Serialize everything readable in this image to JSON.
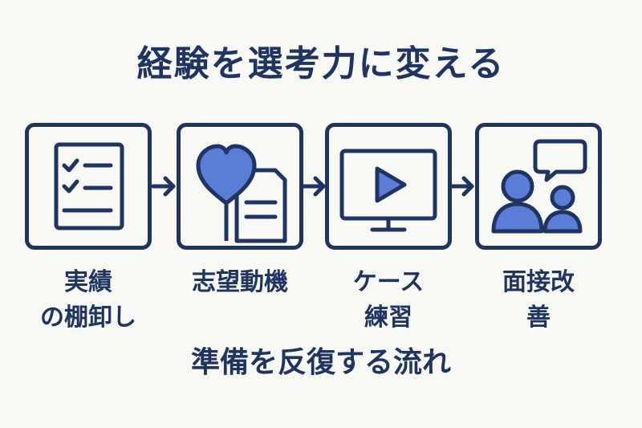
{
  "title": "経験を選考力に変える",
  "steps": [
    {
      "lines": [
        "実績",
        "の棚卸し"
      ],
      "icon": "checklist-icon"
    },
    {
      "lines": [
        "志望動機"
      ],
      "icon": "heart-document-icon"
    },
    {
      "lines": [
        "ケース",
        "練習"
      ],
      "icon": "video-monitor-icon"
    },
    {
      "lines": [
        "面接改",
        "善"
      ],
      "icon": "interview-people-icon"
    }
  ],
  "subtitle": "準備を反復する流れ",
  "colors": {
    "navy": "#1f3463",
    "accent": "#5b7dd6",
    "background": "#f8f8f4"
  }
}
